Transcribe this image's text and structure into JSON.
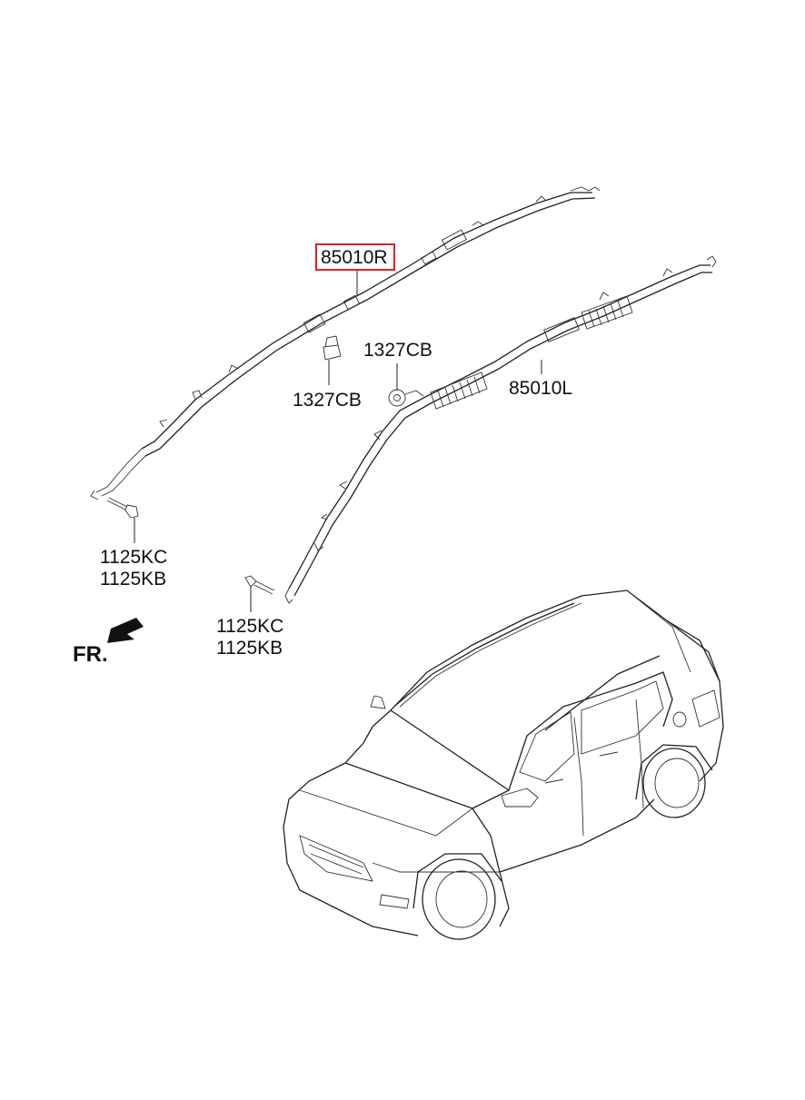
{
  "highlight_color": "#e02020",
  "labels": {
    "right_airbag": "85010R",
    "left_airbag": "85010L",
    "clip_upper": "1327CB",
    "clip_lower": "1327CB",
    "bolt_left_1": "1125KC",
    "bolt_left_2": "1125KB",
    "bolt_mid_1": "1125KC",
    "bolt_mid_2": "1125KB",
    "front_indicator": "FR."
  },
  "icons": {
    "front_arrow": "arrow-left-down-icon"
  }
}
